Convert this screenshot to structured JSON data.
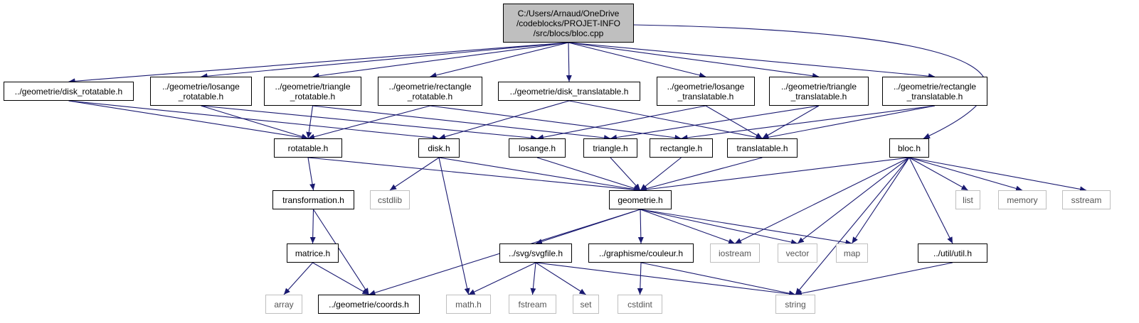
{
  "nodes": {
    "root": "C:/Users/Arnaud/OneDrive\n/codeblocks/PROJET-INFO\n/src/blocs/bloc.cpp",
    "disk_rotatable": "../geometrie/disk_rotatable.h",
    "losange_rotatable": "../geometrie/losange\n_rotatable.h",
    "triangle_rotatable": "../geometrie/triangle\n_rotatable.h",
    "rectangle_rotatable": "../geometrie/rectangle\n_rotatable.h",
    "disk_translatable": "../geometrie/disk_translatable.h",
    "losange_translatable": "../geometrie/losange\n_translatable.h",
    "triangle_translatable": "../geometrie/triangle\n_translatable.h",
    "rectangle_translatable": "../geometrie/rectangle\n_translatable.h",
    "rotatable": "rotatable.h",
    "disk": "disk.h",
    "losange": "losange.h",
    "triangle": "triangle.h",
    "rectangle": "rectangle.h",
    "translatable": "translatable.h",
    "bloc": "bloc.h",
    "transformation": "transformation.h",
    "cstdlib": "cstdlib",
    "geometrie": "geometrie.h",
    "list": "list",
    "memory": "memory",
    "sstream": "sstream",
    "matrice": "matrice.h",
    "svgfile": "../svg/svgfile.h",
    "couleur": "../graphisme/couleur.h",
    "iostream": "iostream",
    "vector": "vector",
    "map": "map",
    "util": "../util/util.h",
    "array": "array",
    "coords": "../geometrie/coords.h",
    "math": "math.h",
    "fstream": "fstream",
    "set": "set",
    "cstdint": "cstdint",
    "string": "string"
  },
  "edges": [
    [
      "root",
      "disk_rotatable"
    ],
    [
      "root",
      "losange_rotatable"
    ],
    [
      "root",
      "triangle_rotatable"
    ],
    [
      "root",
      "rectangle_rotatable"
    ],
    [
      "root",
      "disk_translatable"
    ],
    [
      "root",
      "losange_translatable"
    ],
    [
      "root",
      "triangle_translatable"
    ],
    [
      "root",
      "rectangle_translatable"
    ],
    [
      "root",
      "bloc"
    ],
    [
      "disk_rotatable",
      "rotatable"
    ],
    [
      "disk_rotatable",
      "disk"
    ],
    [
      "losange_rotatable",
      "rotatable"
    ],
    [
      "losange_rotatable",
      "losange"
    ],
    [
      "triangle_rotatable",
      "rotatable"
    ],
    [
      "triangle_rotatable",
      "triangle"
    ],
    [
      "rectangle_rotatable",
      "rotatable"
    ],
    [
      "rectangle_rotatable",
      "rectangle"
    ],
    [
      "disk_translatable",
      "disk"
    ],
    [
      "disk_translatable",
      "translatable"
    ],
    [
      "losange_translatable",
      "losange"
    ],
    [
      "losange_translatable",
      "translatable"
    ],
    [
      "triangle_translatable",
      "triangle"
    ],
    [
      "triangle_translatable",
      "translatable"
    ],
    [
      "rectangle_translatable",
      "rectangle"
    ],
    [
      "rectangle_translatable",
      "translatable"
    ],
    [
      "rotatable",
      "transformation"
    ],
    [
      "rotatable",
      "geometrie"
    ],
    [
      "disk",
      "cstdlib"
    ],
    [
      "disk",
      "geometrie"
    ],
    [
      "disk",
      "math"
    ],
    [
      "losange",
      "geometrie"
    ],
    [
      "triangle",
      "geometrie"
    ],
    [
      "rectangle",
      "geometrie"
    ],
    [
      "translatable",
      "geometrie"
    ],
    [
      "bloc",
      "geometrie"
    ],
    [
      "bloc",
      "list"
    ],
    [
      "bloc",
      "memory"
    ],
    [
      "bloc",
      "sstream"
    ],
    [
      "bloc",
      "iostream"
    ],
    [
      "bloc",
      "vector"
    ],
    [
      "bloc",
      "map"
    ],
    [
      "bloc",
      "util"
    ],
    [
      "bloc",
      "string"
    ],
    [
      "transformation",
      "matrice"
    ],
    [
      "transformation",
      "coords"
    ],
    [
      "geometrie",
      "svgfile"
    ],
    [
      "geometrie",
      "couleur"
    ],
    [
      "geometrie",
      "iostream"
    ],
    [
      "geometrie",
      "vector"
    ],
    [
      "geometrie",
      "map"
    ],
    [
      "geometrie",
      "coords"
    ],
    [
      "matrice",
      "array"
    ],
    [
      "matrice",
      "coords"
    ],
    [
      "svgfile",
      "math"
    ],
    [
      "svgfile",
      "fstream"
    ],
    [
      "svgfile",
      "set"
    ],
    [
      "svgfile",
      "string"
    ],
    [
      "couleur",
      "cstdint"
    ],
    [
      "couleur",
      "string"
    ],
    [
      "util",
      "string"
    ]
  ],
  "colors": {
    "edge": "#191970",
    "root_fill": "#bfbfbf",
    "system_border": "#bfbfbf"
  }
}
